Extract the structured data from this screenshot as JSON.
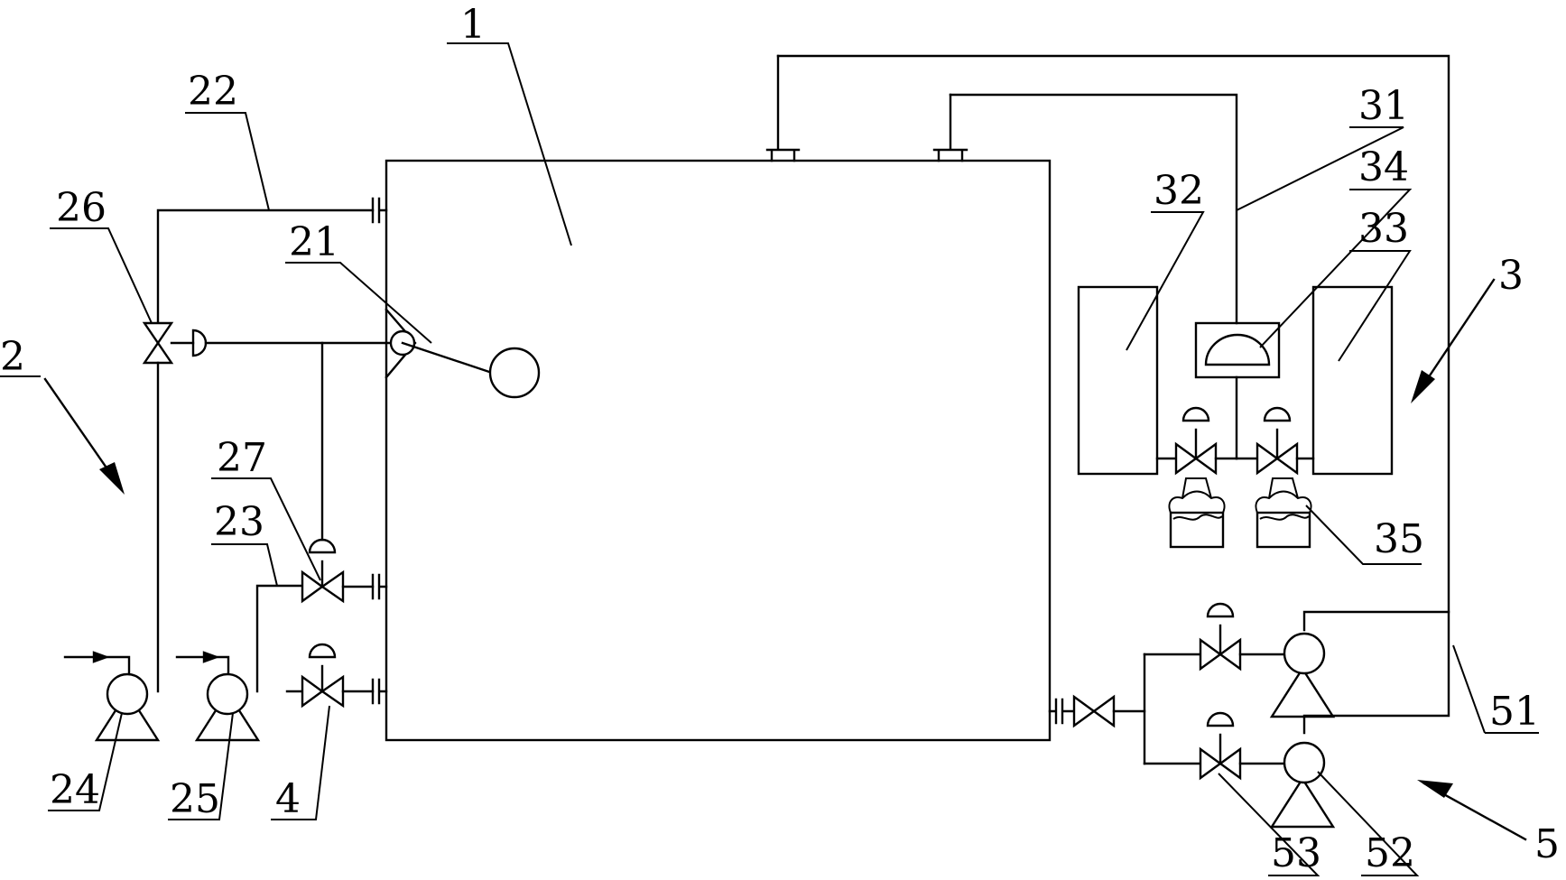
{
  "labels": {
    "tank": "1",
    "system_left": "2",
    "system_right": "3",
    "drain_valve": "4",
    "system_pump": "5",
    "float_ball": "21",
    "inlet_pipe": "22",
    "inlet_pipe2": "23",
    "pump_24": "24",
    "pump_25": "25",
    "valve_26": "26",
    "valve_27": "27",
    "pipe_31": "31",
    "container_32": "32",
    "container_33": "33",
    "meter_34": "34",
    "actuator_35": "35",
    "pipe_51": "51",
    "pump_52": "52",
    "valve_53": "53"
  }
}
